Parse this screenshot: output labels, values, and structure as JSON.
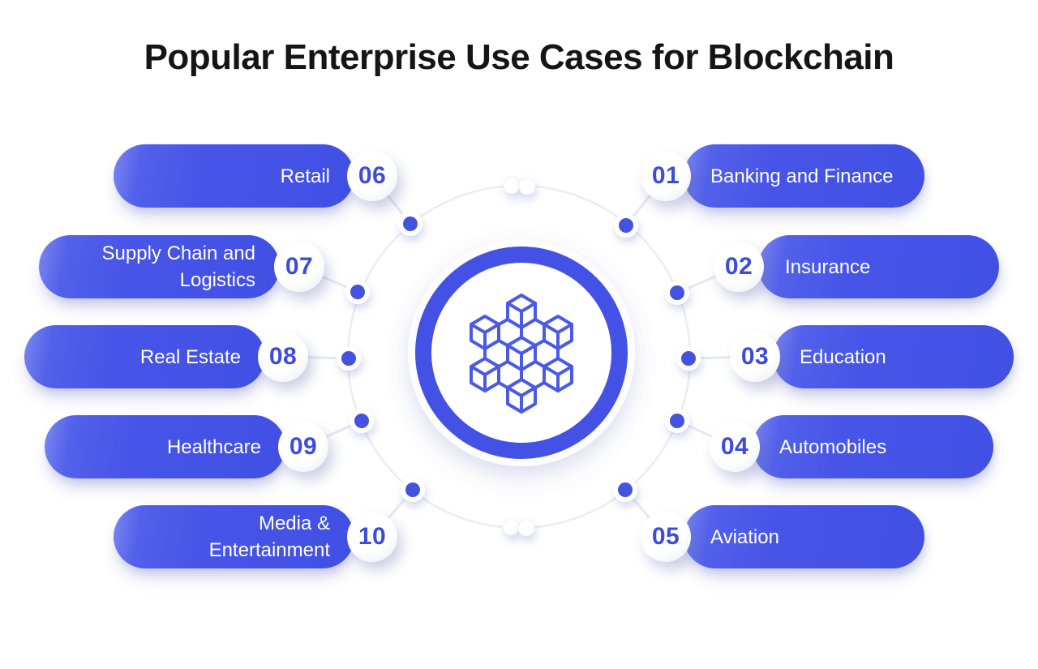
{
  "title": "Popular Enterprise Use Cases for Blockchain",
  "center": {
    "icon": "blockchain-network-icon"
  },
  "colors": {
    "pill_blue": "#4754e8",
    "number_blue": "#3d4cdb",
    "ring_blue": "#4352e4",
    "dot_blue": "#4353e0",
    "orbit_gray": "#ebecf4",
    "title_black": "#151515"
  },
  "items": {
    "left": [
      {
        "number": "06",
        "label": "Retail"
      },
      {
        "number": "07",
        "label": "Supply Chain and Logistics"
      },
      {
        "number": "08",
        "label": "Real Estate"
      },
      {
        "number": "09",
        "label": "Healthcare"
      },
      {
        "number": "10",
        "label": "Media & Entertainment"
      }
    ],
    "right": [
      {
        "number": "01",
        "label": "Banking and Finance"
      },
      {
        "number": "02",
        "label": "Insurance"
      },
      {
        "number": "03",
        "label": "Education"
      },
      {
        "number": "04",
        "label": "Automobiles"
      },
      {
        "number": "05",
        "label": "Aviation"
      }
    ]
  }
}
